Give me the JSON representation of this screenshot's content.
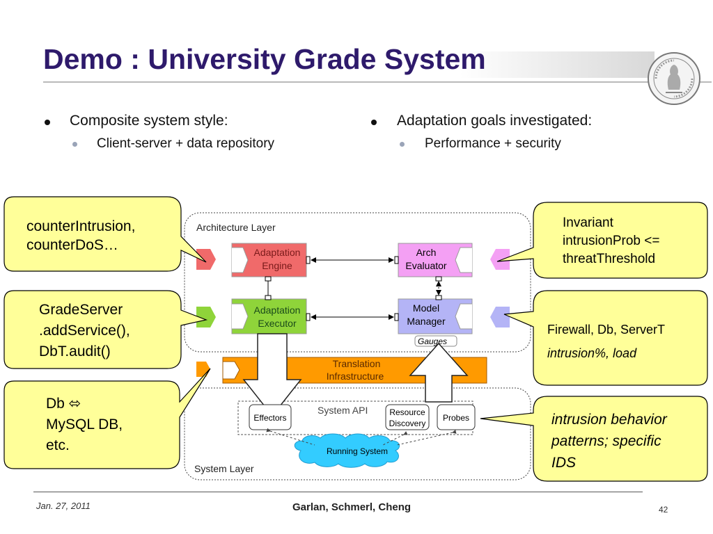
{
  "title": "Demo : University Grade System",
  "bullets": {
    "left": {
      "main": "Composite system style:",
      "sub": "Client-server + data repository"
    },
    "right": {
      "main": "Adaptation goals investigated:",
      "sub": "Performance + security"
    }
  },
  "diagram": {
    "arch_layer_label": "Architecture Layer",
    "system_layer_label": "System Layer",
    "adaptation_engine": "Adaptation Engine",
    "adaptation_engine_l1": "Adaptation",
    "adaptation_engine_l2": "Engine",
    "adaptation_executor_l1": "Adaptation",
    "adaptation_executor_l2": "Executor",
    "arch_evaluator_l1": "Arch",
    "arch_evaluator_l2": "Evaluator",
    "model_manager_l1": "Model",
    "model_manager_l2": "Manager",
    "gauges": "Gauges",
    "translation_l1": "Translation",
    "translation_l2": "Infrastructure",
    "system_api": "System API",
    "effectors": "Effectors",
    "resource_discovery_l1": "Resource",
    "resource_discovery_l2": "Discovery",
    "probes": "Probes",
    "running_system": "Running System"
  },
  "callouts": {
    "tl": {
      "line1": "counterIntrusion,",
      "line2": "counterDoS…"
    },
    "ml": {
      "line1": "GradeServer",
      "line2": ".addService(),",
      "line3": "DbT.audit()"
    },
    "bl": {
      "line1": "Db ⬄",
      "line2": "MySQL DB,",
      "line3": "etc."
    },
    "tr": {
      "line1": "Invariant",
      "line2": "intrusionProb <=",
      "line3": "threatThreshold"
    },
    "mr": {
      "line1": "Firewall, Db, ServerT",
      "line2": "intrusion%, load"
    },
    "br": {
      "line1": "intrusion behavior",
      "line2": "patterns; specific",
      "line3": "IDS"
    }
  },
  "footer": {
    "date": "Jan. 27, 2011",
    "authors": "Garlan, Schmerl, Cheng",
    "page": "42"
  },
  "colors": {
    "title": "#2e1a6b",
    "callout_fill": "#ffff99",
    "engine_fill": "#f06a6a",
    "executor_fill": "#8fd43a",
    "evaluator_fill": "#f4a0f4",
    "manager_fill": "#b4b4f6",
    "translation_fill": "#ff9a00",
    "cloud_fill": "#33ccff"
  }
}
